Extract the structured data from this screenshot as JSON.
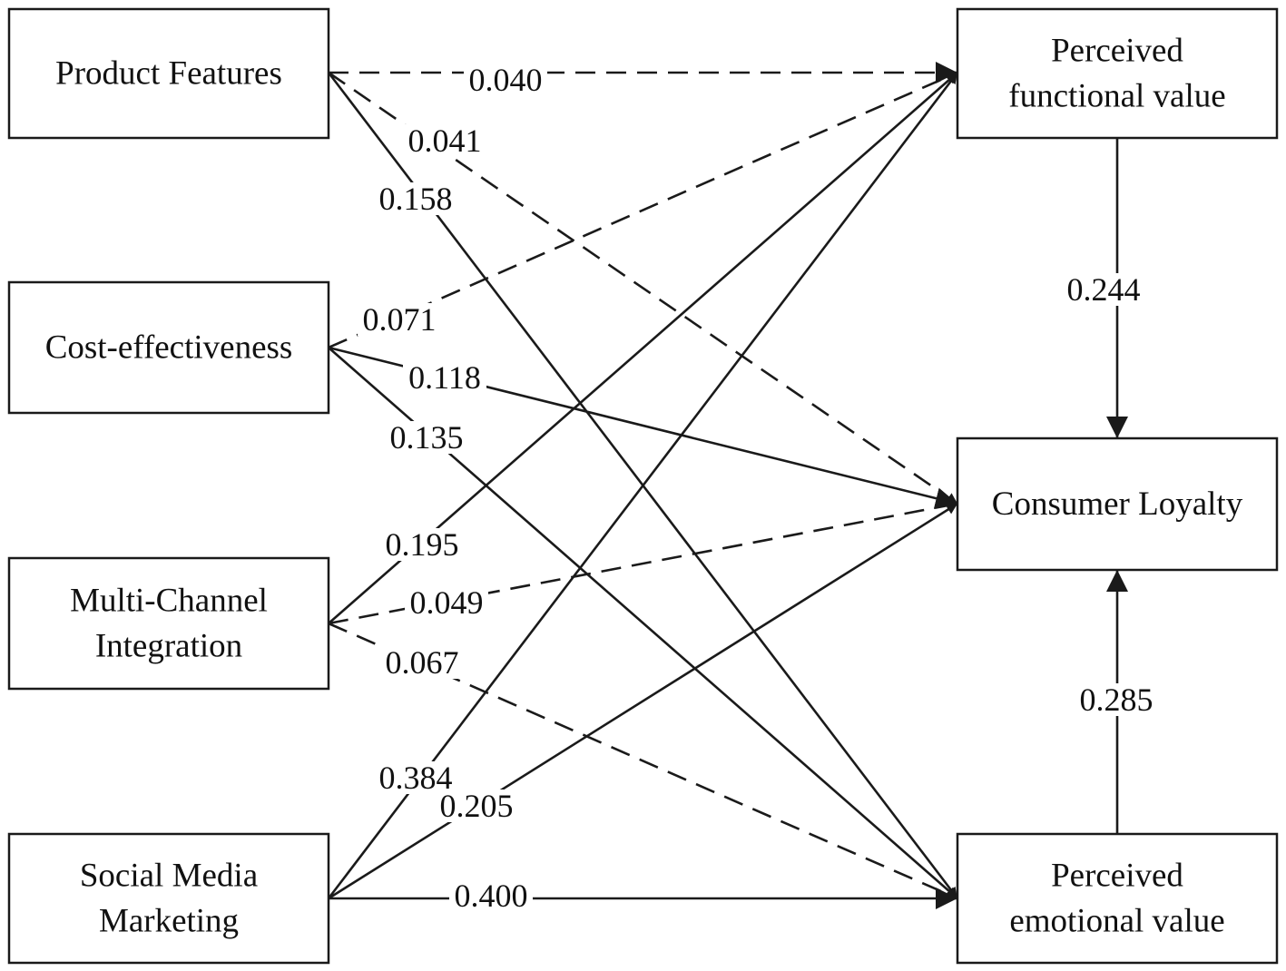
{
  "nodes": {
    "product_features": {
      "lines": [
        "Product Features"
      ]
    },
    "cost_effectiveness": {
      "lines": [
        "Cost-effectiveness"
      ]
    },
    "multi_channel": {
      "lines": [
        "Multi-Channel",
        "Integration"
      ]
    },
    "social_media": {
      "lines": [
        "Social Media",
        "Marketing"
      ]
    },
    "functional_value": {
      "lines": [
        "Perceived",
        "functional value"
      ]
    },
    "consumer_loyalty": {
      "lines": [
        "Consumer Loyalty"
      ]
    },
    "emotional_value": {
      "lines": [
        "Perceived",
        "emotional value"
      ]
    }
  },
  "edges": [
    {
      "id": "pf-fv",
      "from": "product_features",
      "to": "functional_value",
      "coef": "0.040",
      "style": "dashed"
    },
    {
      "id": "pf-cl",
      "from": "product_features",
      "to": "consumer_loyalty",
      "coef": "0.041",
      "style": "dashed"
    },
    {
      "id": "pf-ev",
      "from": "product_features",
      "to": "emotional_value",
      "coef": "0.158",
      "style": "solid"
    },
    {
      "id": "ce-fv",
      "from": "cost_effectiveness",
      "to": "functional_value",
      "coef": "0.071",
      "style": "dashed"
    },
    {
      "id": "ce-cl",
      "from": "cost_effectiveness",
      "to": "consumer_loyalty",
      "coef": "0.118",
      "style": "solid"
    },
    {
      "id": "ce-ev",
      "from": "cost_effectiveness",
      "to": "emotional_value",
      "coef": "0.135",
      "style": "solid"
    },
    {
      "id": "mc-fv",
      "from": "multi_channel",
      "to": "functional_value",
      "coef": "0.195",
      "style": "solid"
    },
    {
      "id": "mc-cl",
      "from": "multi_channel",
      "to": "consumer_loyalty",
      "coef": "0.049",
      "style": "dashed"
    },
    {
      "id": "mc-ev",
      "from": "multi_channel",
      "to": "emotional_value",
      "coef": "0.067",
      "style": "dashed"
    },
    {
      "id": "sm-fv",
      "from": "social_media",
      "to": "functional_value",
      "coef": "0.384",
      "style": "solid"
    },
    {
      "id": "sm-cl",
      "from": "social_media",
      "to": "consumer_loyalty",
      "coef": "0.205",
      "style": "solid"
    },
    {
      "id": "sm-ev",
      "from": "social_media",
      "to": "emotional_value",
      "coef": "0.400",
      "style": "solid"
    },
    {
      "id": "fv-cl",
      "from": "functional_value",
      "to": "consumer_loyalty",
      "coef": "0.244",
      "style": "solid"
    },
    {
      "id": "ev-cl",
      "from": "emotional_value",
      "to": "consumer_loyalty",
      "coef": "0.285",
      "style": "solid"
    }
  ]
}
